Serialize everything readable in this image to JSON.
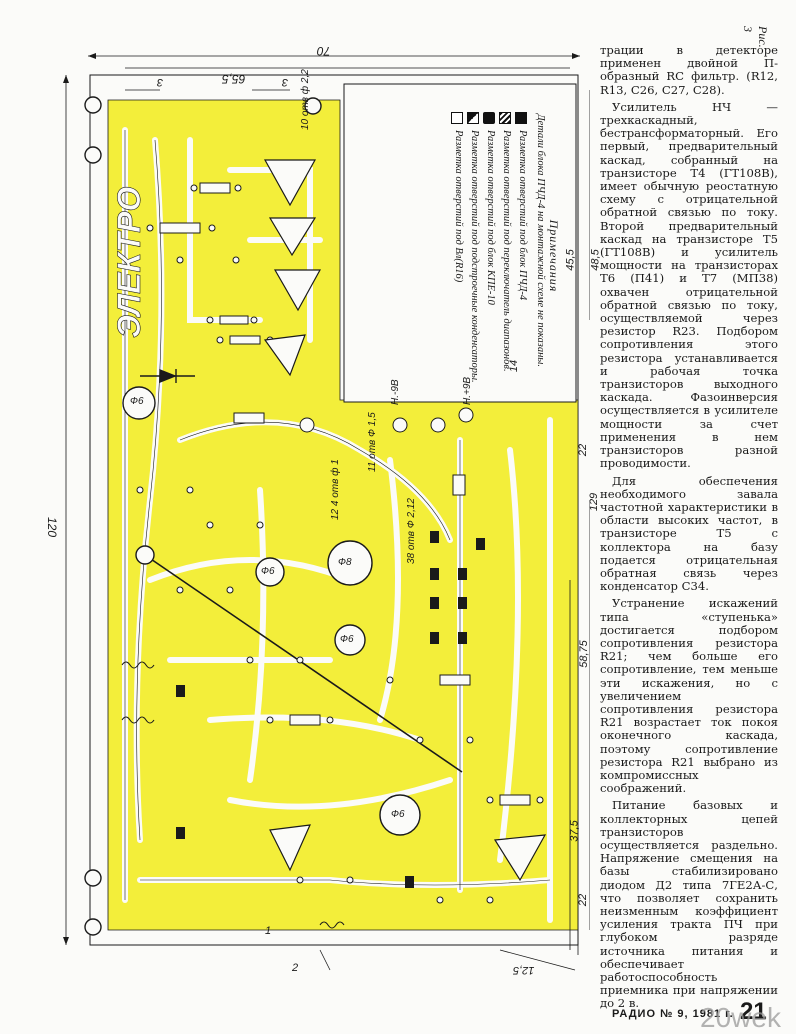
{
  "figure": {
    "label": "Рис. 3",
    "notes": {
      "title": "Примечания",
      "subtitle": "Детали блока ПЧД-4 на монтажной схеме не показаны.",
      "legend": [
        "Разметка отверстий под блок ПЧД-4",
        "Разметка отверстий под переключатель диапазонов.",
        "Разметка отверстий под блок КПЕ-10",
        "Разметка отверстий под подстроечные конденсаторы.",
        "Разметка отверстий под Вл(R16)"
      ]
    },
    "dimensions": {
      "width_total": "70",
      "width_inner": "65,5",
      "left_margin": "3",
      "right_margin": "3",
      "height_total": "120",
      "d1": "45,5",
      "d2": "48,5",
      "d3": "14",
      "d4": "22",
      "d5": "129",
      "d6": "58,75",
      "d7": "37,5",
      "d8": "22",
      "bottom_left": "2",
      "bottom_right": "12,5",
      "side_left": "1"
    },
    "holes": {
      "h1": "10 отв ф 2,2",
      "h2": "Ф6",
      "h3": "12 4 отв ф 1",
      "h4": "Ф8",
      "h5": "Ф6",
      "h6": "38 отв Ф 2,12",
      "h7": "11 отв Ф 1,5",
      "h8": "Ф6",
      "h9": "Ф6"
    },
    "power": {
      "p1": "Н.-9В",
      "p2": "Н.+9В"
    },
    "brand": "ЭЛЕКТРО"
  },
  "article": {
    "paragraphs": [
      "трации в детекторе применен двойной П-образный RC фильтр. (R12, R13, C26, C27, C28).",
      "Усилитель НЧ — трехкаскадный, бестрансформаторный. Его первый, предварительный каскад, собранный на транзисторе T4 (ГТ108В), имеет обычную реостатную схему с отрицательной обратной связью по току. Второй предварительный каскад на транзисторе T5 (ГТ108В) и усилитель мощности на транзисторах T6 (П41) и T7 (МП38) охвачен отрицательной обратной связью по току, осуществляемой через резистор R23. Подбором сопротивления этого резистора устанавливается и рабочая точка транзисторов выходного каскада. Фазоинверсия осуществляется в усилителе мощности за счет применения в нем транзисторов разной проводимости.",
      "Для обеспечения необходимого завала частотной характеристики в области высоких частот, в транзисторе T5 с коллектора на базу подается отрицательная обратная связь через конденсатор C34.",
      "Устранение искажений типа «ступенька» достигается подбором сопротивления резистора R21; чем больше его сопротивление, тем меньше эти искажения, но с увеличением сопротивления резистора R21 возрастает ток покоя оконечного каскада, поэтому сопротивление резистора R21 выбрано из компромиссных соображений.",
      "Питание базовых и коллекторных цепей транзисторов осуществляется раздельно. Напряжение смещения на базы стабилизировано диодом Д2 типа 7ГЕ2А-С, что позволяет сохранить неизменным коэффициент усиления тракта ПЧ при глубоком разряде источника питания и обеспечивает работоспособность приемника при напряжении до 2 в."
    ]
  },
  "footer": {
    "magazine": "РАДИО № 9, 1981 г.",
    "page": "21",
    "watermark": "20wek"
  },
  "colors": {
    "board": "#f3ee3a",
    "trace": "#fbfbf9",
    "ink": "#1a1a1a"
  }
}
